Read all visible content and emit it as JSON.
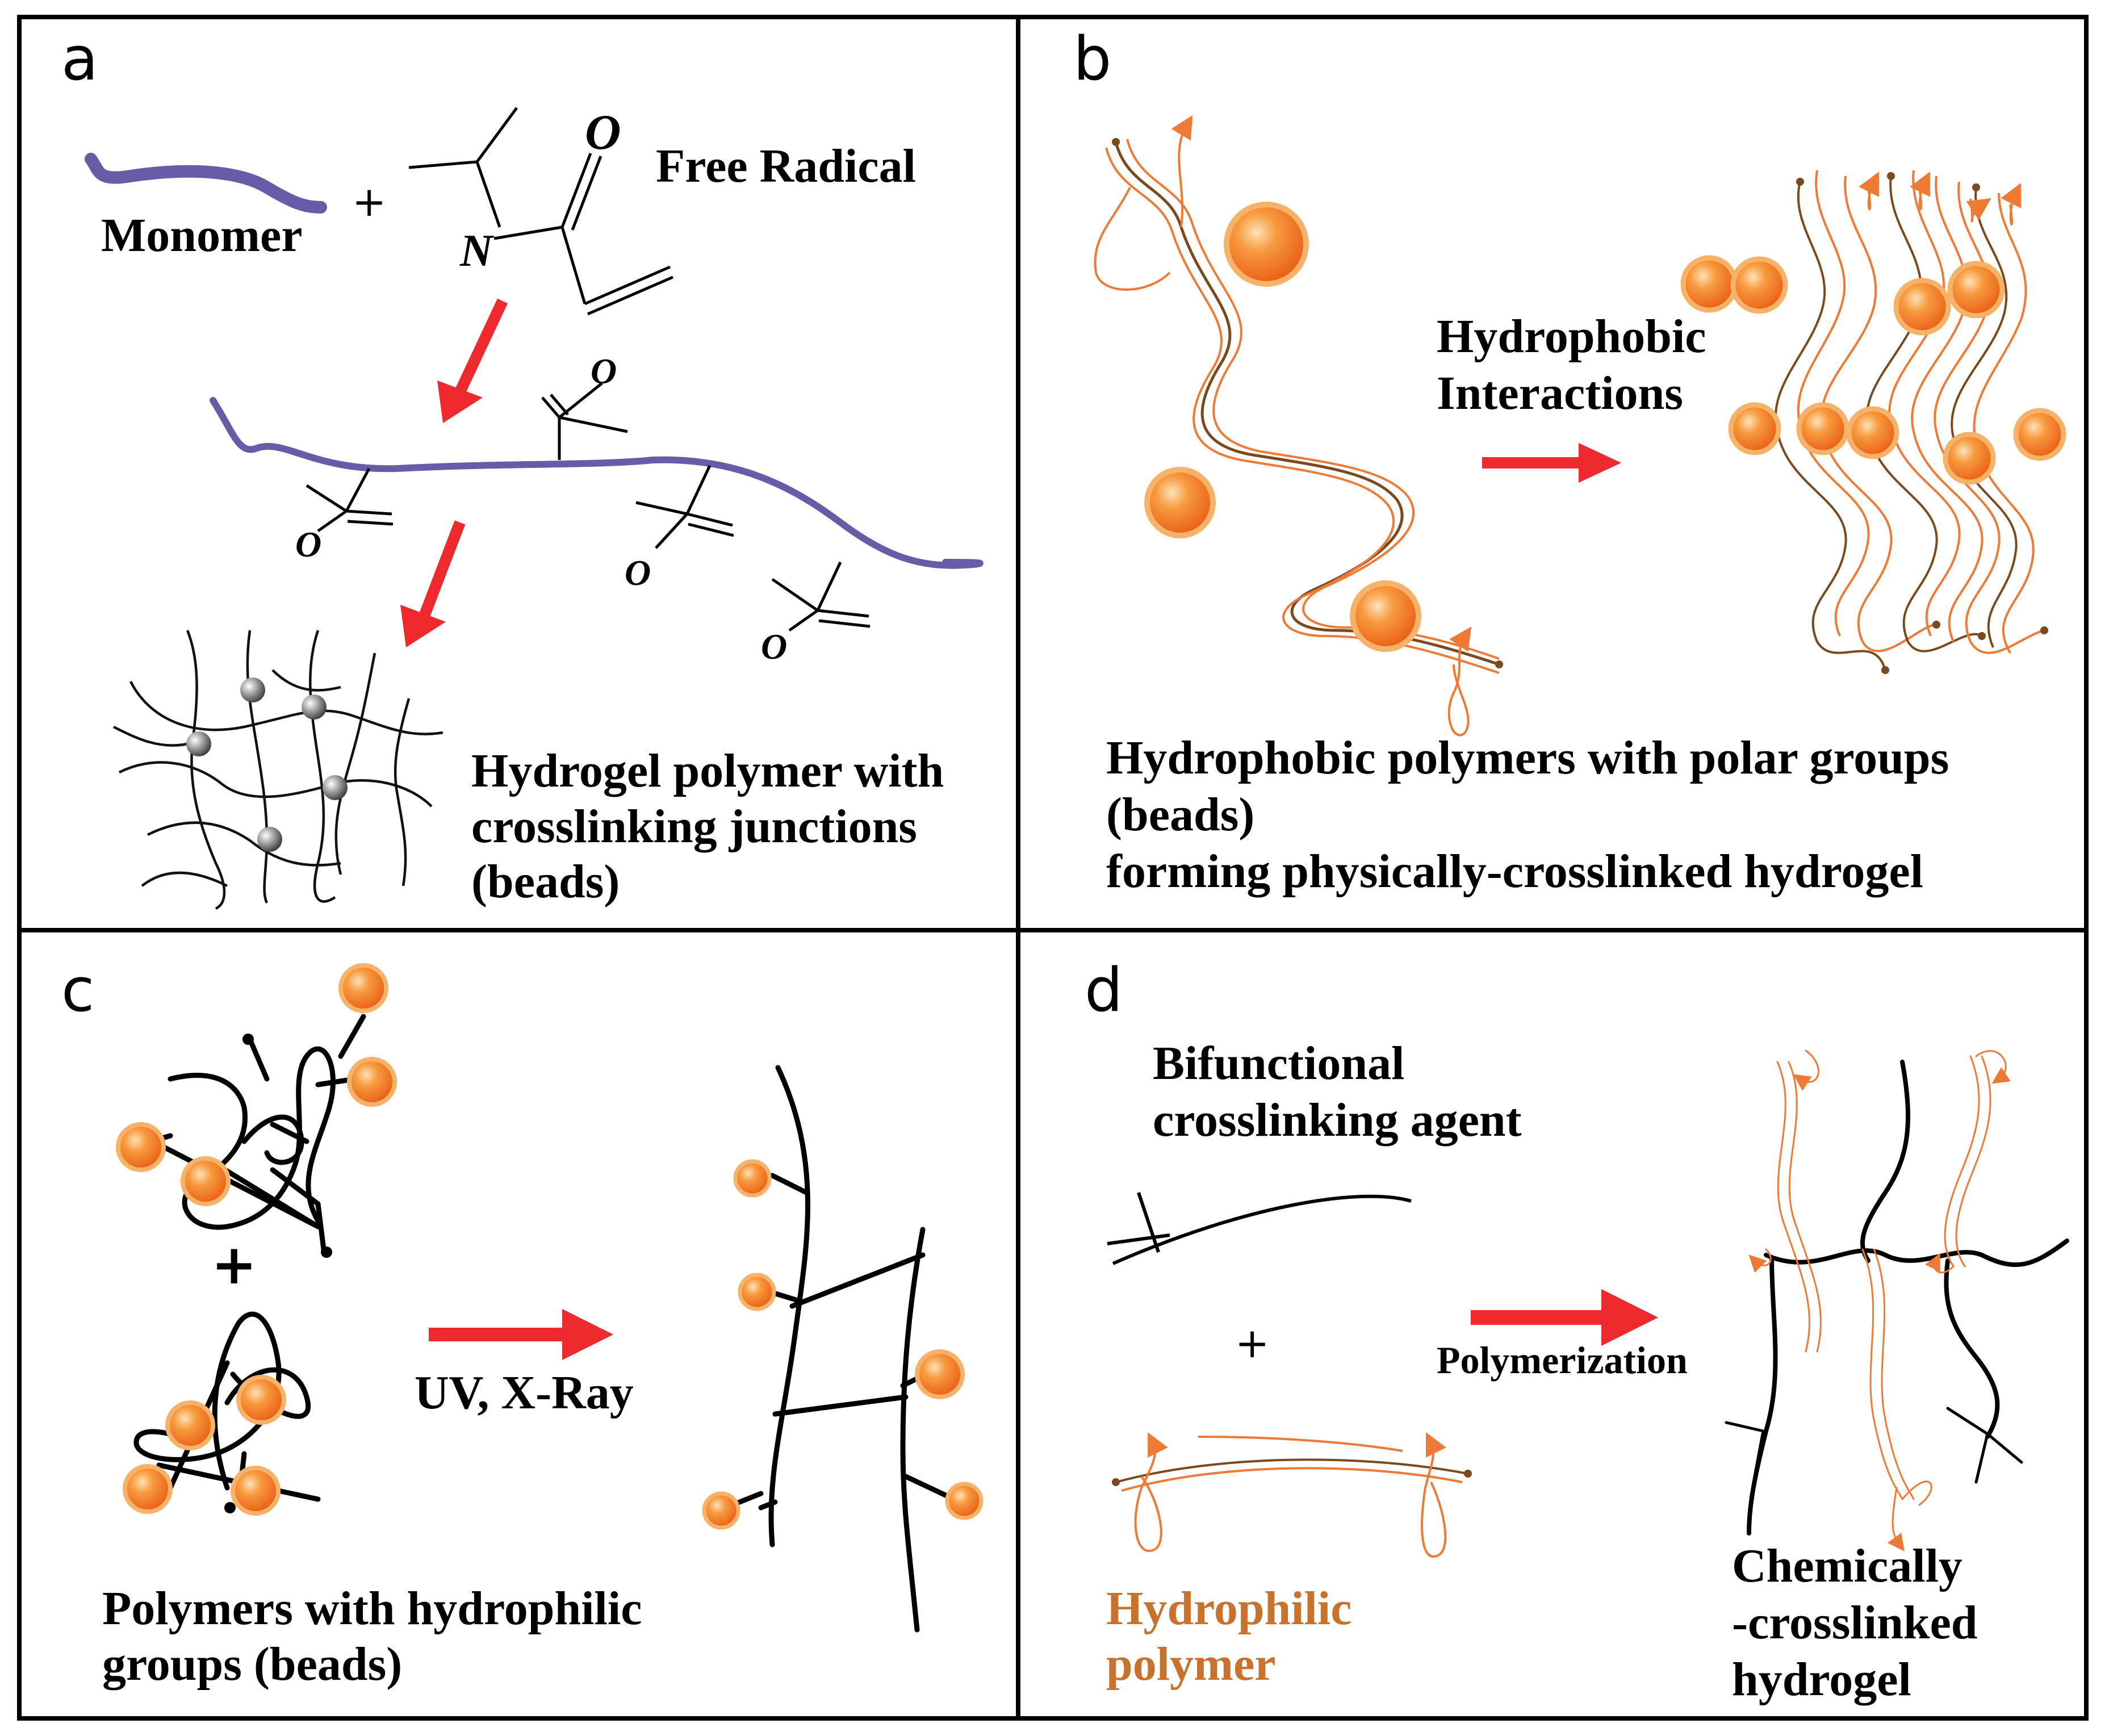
{
  "colors": {
    "monomer_chain": "#6b5aa8",
    "arrow_red": "#ee2a2f",
    "bead_orange": "#f47a1f",
    "bead_rim": "#f7b26a",
    "chain_brown": "#7a4a1e",
    "chain_orange": "#ee7a35",
    "hydrophilic_text": "#c8722e"
  },
  "panels": {
    "a": {
      "label": "a",
      "monomer": "Monomer",
      "plus": "+",
      "free_radical": "Free Radical",
      "atom_o": "O",
      "atom_n": "N",
      "hydrogel_line1": "Hydrogel polymer with",
      "hydrogel_line2": "crosslinking junctions",
      "hydrogel_line3": "(beads)"
    },
    "b": {
      "label": "b",
      "interaction_line1": "Hydrophobic",
      "interaction_line2": "Interactions",
      "caption_line1": "Hydrophobic polymers with polar groups",
      "caption_line2": "(beads)",
      "caption_line3": "forming physically-crosslinked hydrogel"
    },
    "c": {
      "label": "c",
      "plus": "+",
      "radiation": "UV, X-Ray",
      "caption_line1": "Polymers with hydrophilic",
      "caption_line2": "groups (beads)"
    },
    "d": {
      "label": "d",
      "agent_line1": "Bifunctional",
      "agent_line2": "crosslinking agent",
      "plus": "+",
      "polymerization": "Polymerization",
      "hydrophilic_line1": "Hydrophilic",
      "hydrophilic_line2": "polymer",
      "result_line1": "Chemically",
      "result_line2": "-crosslinked",
      "result_line3": "hydrogel"
    }
  }
}
